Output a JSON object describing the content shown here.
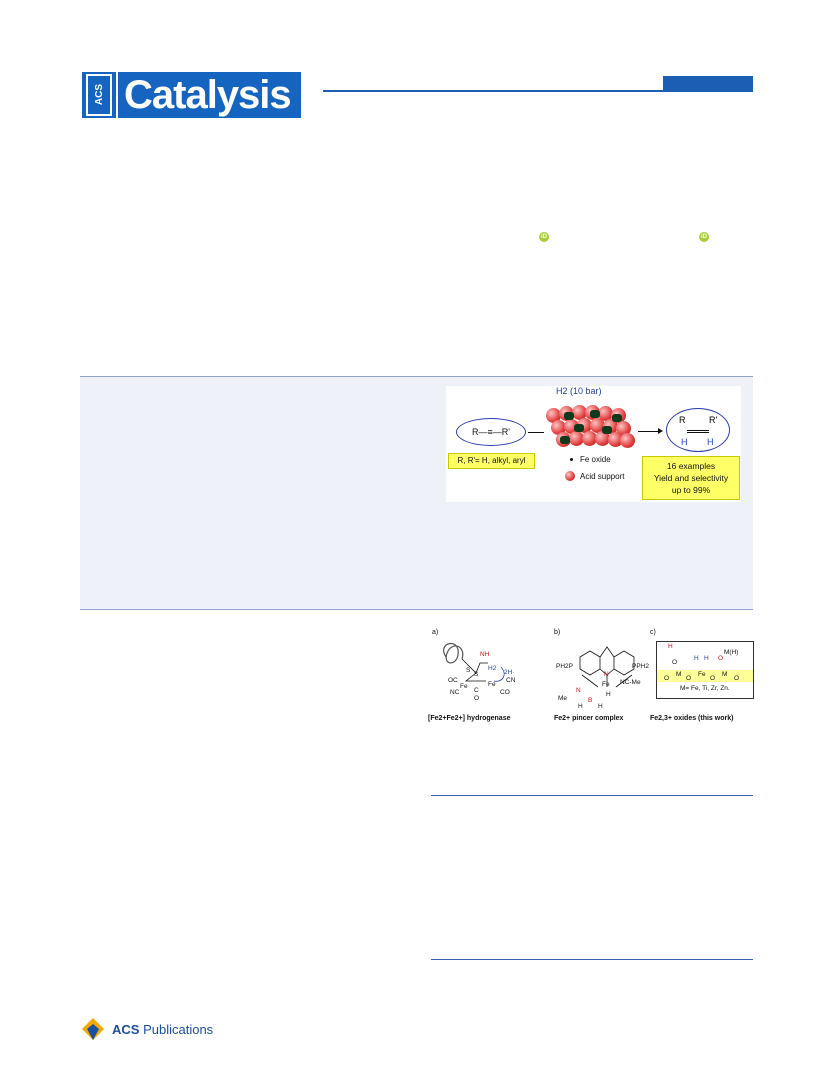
{
  "header": {
    "logo_prefix": "ACS",
    "journal_name": "Catalysis"
  },
  "toc_graphic": {
    "pressure_label": "H2 (10 bar)",
    "substrate": "R—≡—R'",
    "substrate_scope": "R, R'= H, alkyl, aryl",
    "legend_fe_oxide": "Fe oxide",
    "legend_acid_support": "Acid support",
    "product_r": "R",
    "product_r_prime": "R'",
    "product_h1": "H",
    "product_h2": "H",
    "results_line1": "16 examples",
    "results_line2": "Yield and selectivity",
    "results_line3": "up to 99%"
  },
  "figure": {
    "panel_a_letter": "a)",
    "panel_b_letter": "b)",
    "panel_c_letter": "c)",
    "panel_a_caption": "[Fe2+Fe2+] hydrogenase",
    "panel_b_caption": "Fe2+ pincer complex",
    "panel_c_caption": "Fe2,3+ oxides (this work)",
    "panel_a_labels": [
      "NH",
      "H2",
      "2H·",
      "S",
      "S",
      "OC",
      "Fe",
      "Fe",
      "CN",
      "NC",
      "C",
      "O",
      "CO"
    ],
    "panel_b_labels": [
      "PH2P",
      "N",
      "PPH2",
      "Fe",
      "NC-Me",
      "H",
      "Me",
      "N",
      "H",
      "B",
      "H"
    ],
    "panel_c_labels": [
      "H",
      "H",
      "H",
      "O",
      "M(H)",
      "O",
      "M",
      "Fe",
      "M",
      "O",
      "O",
      "O",
      "O",
      "M= Fe, Ti, Zr, Zn."
    ]
  },
  "footer": {
    "publisher_prefix": "ACS",
    "publisher_name": "Publications"
  },
  "colors": {
    "brand_blue": "#1565c0",
    "rule_blue": "#1a5fb4",
    "abstract_bg": "#eef1f8",
    "highlight_yellow": "#ffff66",
    "orcid_green": "#a6ce39"
  }
}
